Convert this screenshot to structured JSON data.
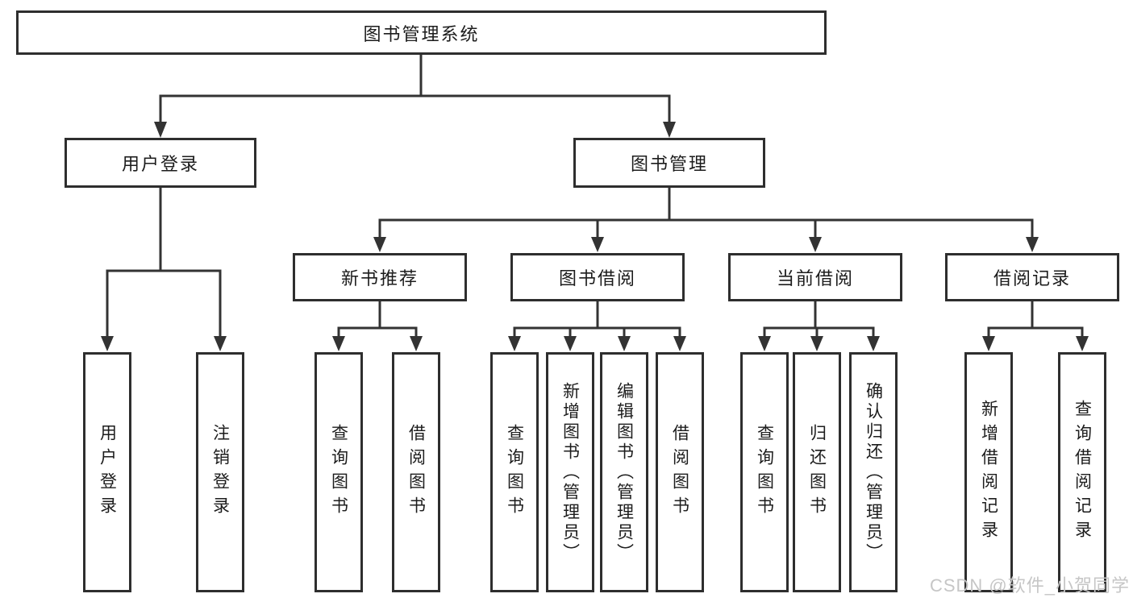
{
  "diagram": {
    "root": {
      "label": "图书管理系统"
    },
    "level2": [
      {
        "label": "用户登录"
      },
      {
        "label": "图书管理"
      }
    ],
    "level3": [
      {
        "label": "新书推荐"
      },
      {
        "label": "图书借阅"
      },
      {
        "label": "当前借阅"
      },
      {
        "label": "借阅记录"
      }
    ],
    "leaves": {
      "user_login": [
        {
          "label": "用户登录"
        },
        {
          "label": "注销登录"
        }
      ],
      "new_book_recommend": [
        {
          "label": "查询图书"
        },
        {
          "label": "借阅图书"
        }
      ],
      "book_borrow": [
        {
          "label": "查询图书"
        },
        {
          "label": "新增图书（管理员）"
        },
        {
          "label": "编辑图书（管理员）"
        },
        {
          "label": "借阅图书"
        }
      ],
      "current_borrow": [
        {
          "label": "查询图书"
        },
        {
          "label": "归还图书"
        },
        {
          "label": "确认归还（管理员）"
        }
      ],
      "borrow_records": [
        {
          "label": "新增借阅记录"
        },
        {
          "label": "查询借阅记录"
        }
      ]
    },
    "watermark": "CSDN @软件_小贺同学",
    "colors": {
      "box_border": "#2e2e2e",
      "connector_line": "#333333",
      "text": "#1c1c1c",
      "watermark": "#c6c6c6",
      "background": "#ffffff"
    }
  }
}
